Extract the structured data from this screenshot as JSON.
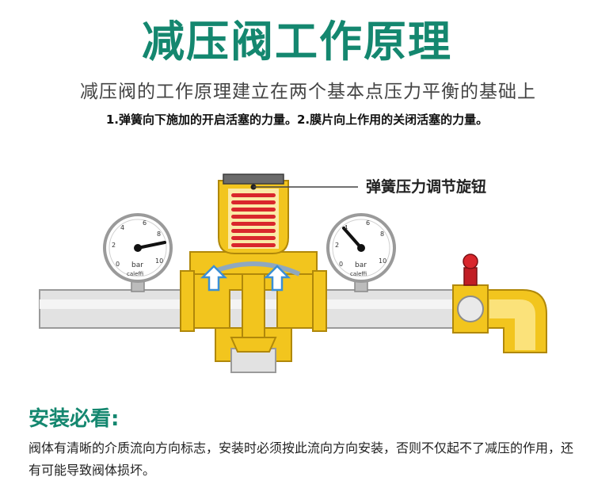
{
  "title": "减压阀工作原理",
  "subtitle": "减压阀的工作原理建立在两个基本点压力平衡的基础上",
  "description": "1.弹簧向下施加的开启活塞的力量。2.膜片向上作用的关闭活塞的力量。",
  "diagram": {
    "callout_label": "弹簧压力调节旋钮",
    "gauge_left": {
      "unit": "bar",
      "brand": "caleffi",
      "ticks": [
        "0",
        "2",
        "4",
        "6",
        "8",
        "10"
      ]
    },
    "gauge_right": {
      "unit": "bar",
      "brand": "caleffi",
      "ticks": [
        "0",
        "2",
        "4",
        "6",
        "8",
        "10"
      ]
    }
  },
  "notice": {
    "title": "安装必看:",
    "text": "阀体有清晰的介质流向方向标志，安装时必须按此流向方向安装，否则不仅起不了减压的作用，还有可能导致阀体损坏。"
  },
  "colors": {
    "title_green": "#14876f",
    "brass": "#f2c51e",
    "brass_dark": "#b0880a",
    "pipe_gray": "#d6d6d6",
    "spring_red": "#d9262c",
    "arrow_blue": "#3a8fd6"
  }
}
